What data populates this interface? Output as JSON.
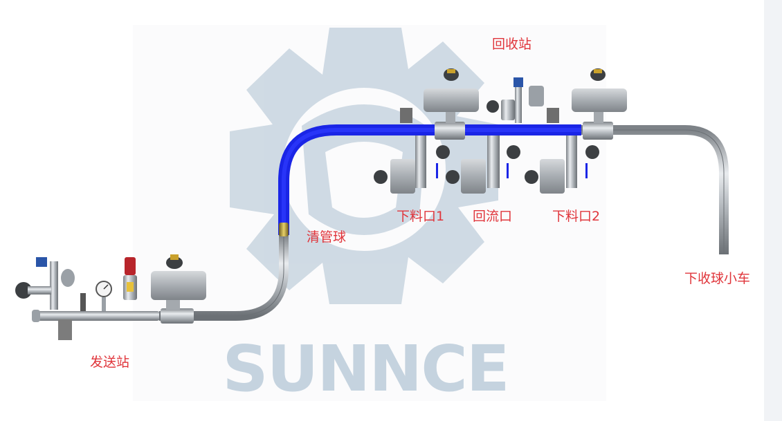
{
  "labels": {
    "recovery_station": "回收站",
    "discharge_port_1": "下料口1",
    "return_port": "回流口",
    "discharge_port_2": "下料口2",
    "pig": "清管球",
    "receiving_cart": "下收球小车",
    "sending_station": "发送站"
  },
  "watermark": {
    "brand": "SUNNCE"
  },
  "colors": {
    "label": "#e0353b",
    "pipe_active": "#1a25e6",
    "pipe_steel": "#b4b8bd",
    "watermark": "#c5d3df"
  }
}
